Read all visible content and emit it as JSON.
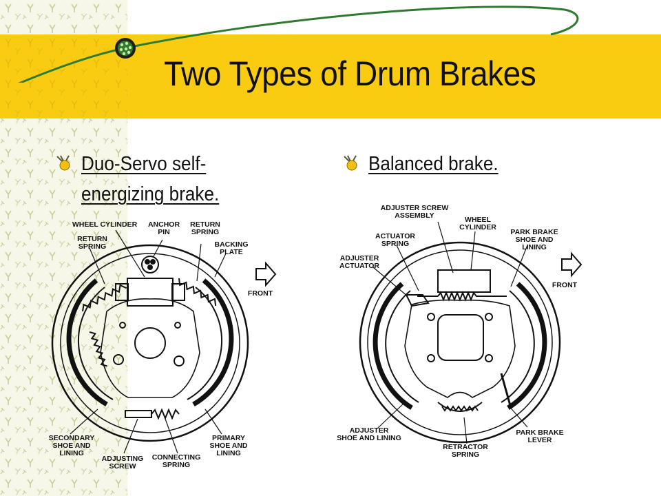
{
  "slide": {
    "title": "Two Types of Drum Brakes",
    "accent_color": "#f9cc12",
    "arc_color": "#2e7a2e"
  },
  "bullets": [
    {
      "lines": [
        "Duo-Servo self-",
        "energizing brake."
      ]
    },
    {
      "lines": [
        "Balanced brake."
      ]
    }
  ],
  "diagram_left": {
    "labels": {
      "wheel_cylinder": "WHEEL CYLINDER",
      "anchor_pin": [
        "ANCHOR",
        "PIN"
      ],
      "return_spring_left": [
        "RETURN",
        "SPRING"
      ],
      "return_spring_right": [
        "RETURN",
        "SPRING"
      ],
      "backing_plate": [
        "BACKING",
        "PLATE"
      ],
      "front": "FRONT",
      "secondary_shoe": [
        "SECONDARY",
        "SHOE AND",
        "LINING"
      ],
      "adjusting_screw": [
        "ADJUSTING",
        "SCREW"
      ],
      "connecting_spring": [
        "CONNECTING",
        "SPRING"
      ],
      "primary_shoe": [
        "PRIMARY",
        "SHOE AND",
        "LINING"
      ]
    }
  },
  "diagram_right": {
    "labels": {
      "adjuster_screw_assembly": [
        "ADJUSTER SCREW",
        "ASSEMBLY"
      ],
      "wheel_cylinder": [
        "WHEEL",
        "CYLINDER"
      ],
      "actuator_spring": [
        "ACTUATOR",
        "SPRING"
      ],
      "adjuster_actuator": [
        "ADJUSTER",
        "ACTUATOR"
      ],
      "park_brake_shoe": [
        "PARK BRAKE",
        "SHOE AND",
        "LINING"
      ],
      "front": "FRONT",
      "adjuster_shoe": [
        "ADJUSTER",
        "SHOE AND LINING"
      ],
      "retractor_spring": [
        "RETRACTOR",
        "SPRING"
      ],
      "park_brake_lever": [
        "PARK BRAKE",
        "LEVER"
      ]
    }
  }
}
